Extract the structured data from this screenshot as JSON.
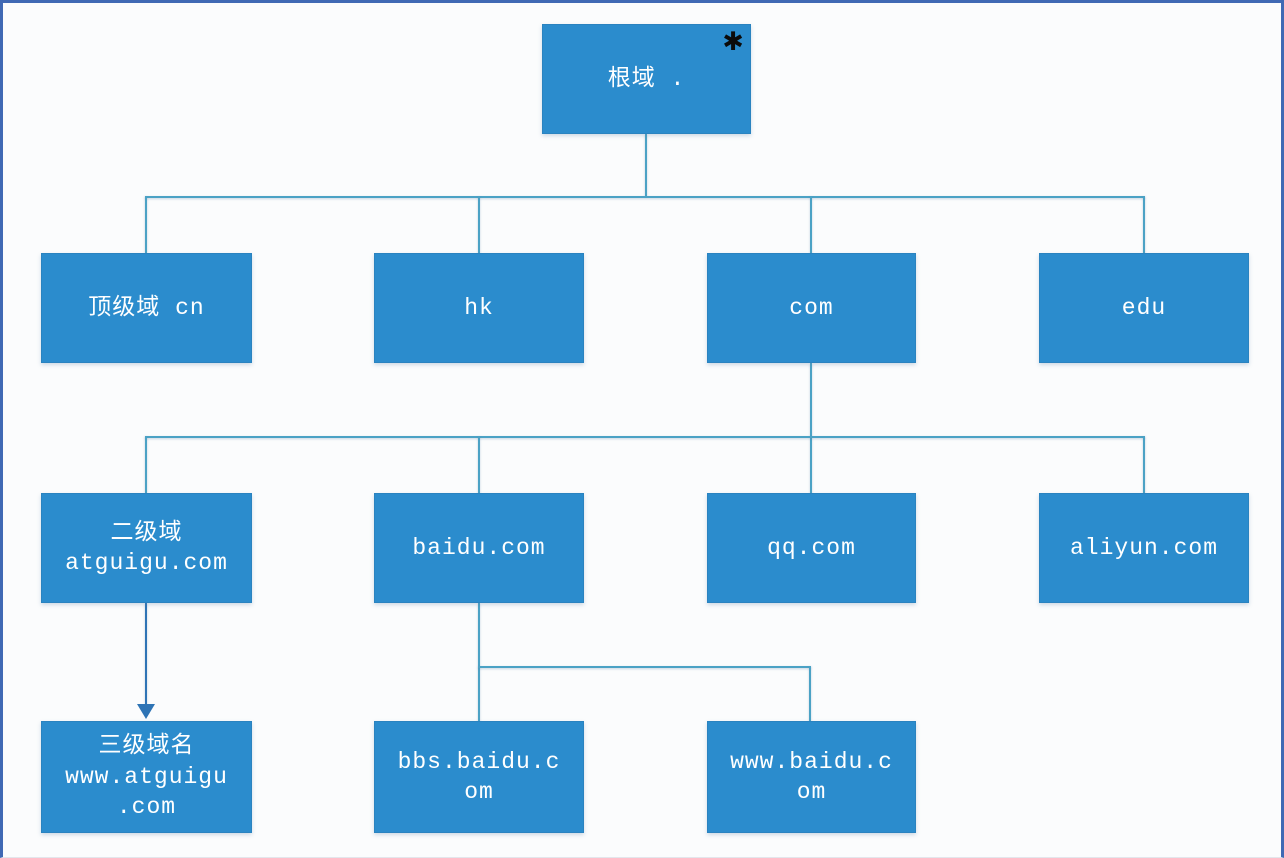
{
  "diagram": {
    "description": "DNS domain-name hierarchy tree"
  },
  "icons": {
    "root_marker": "✱"
  },
  "colors": {
    "node_fill": "#2b8ccd",
    "node_border": "#2a83c0",
    "connector": "#4ba2c5",
    "arrow": "#2e74b5",
    "page_border": "#4069b4",
    "page_bg": "#fbfcfd",
    "text": "#ffffff"
  },
  "nodes": {
    "root": {
      "label": "根域 ."
    },
    "tld_cn": {
      "label": "顶级域 cn"
    },
    "tld_hk": {
      "label": "hk"
    },
    "tld_com": {
      "label": "com"
    },
    "tld_edu": {
      "label": "edu"
    },
    "sld_atguigu": {
      "label": "二级域\natguigu.com"
    },
    "sld_baidu": {
      "label": "baidu.com"
    },
    "sld_qq": {
      "label": "qq.com"
    },
    "sld_aliyun": {
      "label": "aliyun.com"
    },
    "third_www_atguigu": {
      "label": "三级域名\nwww.atguigu\n.com"
    },
    "third_bbs_baidu": {
      "label": "bbs.baidu.c\nom"
    },
    "third_www_baidu": {
      "label": "www.baidu.c\nom"
    }
  }
}
